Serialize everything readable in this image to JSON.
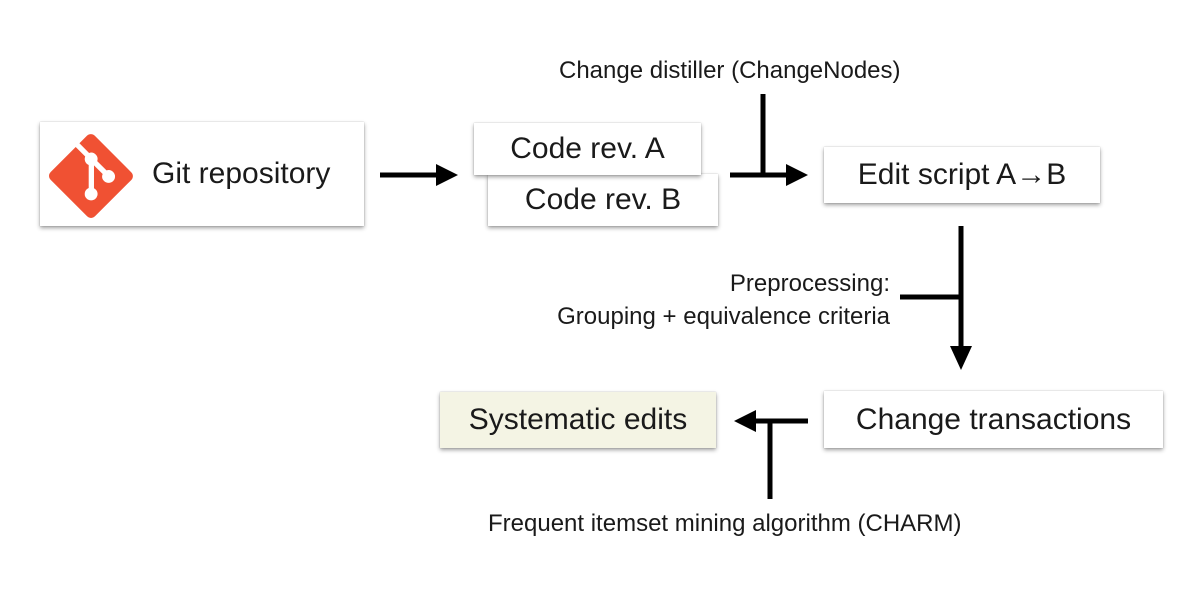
{
  "nodes": {
    "git_repository": {
      "label": "Git repository",
      "icon": "git-logo-icon",
      "icon_color": "#F05133"
    },
    "code_rev_a": {
      "label": "Code rev. A"
    },
    "code_rev_b": {
      "label": "Code rev. B"
    },
    "edit_script": {
      "label": "Edit script A→B"
    },
    "change_transactions": {
      "label": "Change transactions"
    },
    "systematic_edits": {
      "label": "Systematic edits",
      "background": "#f4f4e4"
    }
  },
  "edge_labels": {
    "change_distiller": "Change distiller (ChangeNodes)",
    "preprocessing_line1": "Preprocessing:",
    "preprocessing_line2": "Grouping + equivalence criteria",
    "mining": "Frequent itemset mining algorithm (CHARM)"
  },
  "edges": [
    {
      "from": "git_repository",
      "to": "code_rev_a"
    },
    {
      "from": "code_rev_b",
      "to": "edit_script",
      "via": "change_distiller"
    },
    {
      "from": "edit_script",
      "to": "change_transactions",
      "via": "preprocessing"
    },
    {
      "from": "change_transactions",
      "to": "systematic_edits",
      "via": "mining"
    }
  ]
}
